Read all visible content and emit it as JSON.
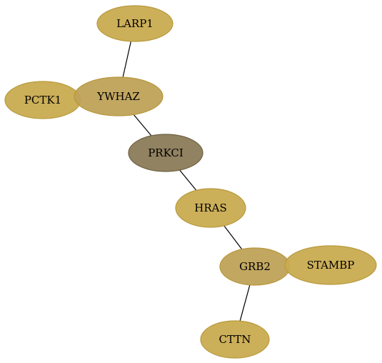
{
  "diagram": {
    "nodes": [
      {
        "id": "LARP1",
        "label": "LARP1",
        "fill": "#c9ab50",
        "stroke": "#b89a3c"
      },
      {
        "id": "PCTK1",
        "label": "PCTK1",
        "fill": "#c9ab50",
        "stroke": "#b89a3c"
      },
      {
        "id": "YWHAZ",
        "label": "YWHAZ",
        "fill": "#bfa258",
        "stroke": "#b8973a"
      },
      {
        "id": "PRKCI",
        "label": "PRKCI",
        "fill": "#8b7b58",
        "stroke": "#6e6040"
      },
      {
        "id": "HRAS",
        "label": "HRAS",
        "fill": "#c9ab50",
        "stroke": "#b89a3c"
      },
      {
        "id": "GRB2",
        "label": "GRB2",
        "fill": "#bfa258",
        "stroke": "#b8973a"
      },
      {
        "id": "STAMBP",
        "label": "STAMBP",
        "fill": "#c9ab50",
        "stroke": "#b89a3c"
      },
      {
        "id": "CTTN",
        "label": "CTTN",
        "fill": "#c9ab50",
        "stroke": "#b89a3c"
      }
    ],
    "edges": [
      {
        "from": "LARP1",
        "to": "YWHAZ"
      },
      {
        "from": "YWHAZ",
        "to": "PRKCI"
      },
      {
        "from": "PRKCI",
        "to": "HRAS"
      },
      {
        "from": "HRAS",
        "to": "GRB2"
      },
      {
        "from": "GRB2",
        "to": "CTTN"
      }
    ]
  }
}
